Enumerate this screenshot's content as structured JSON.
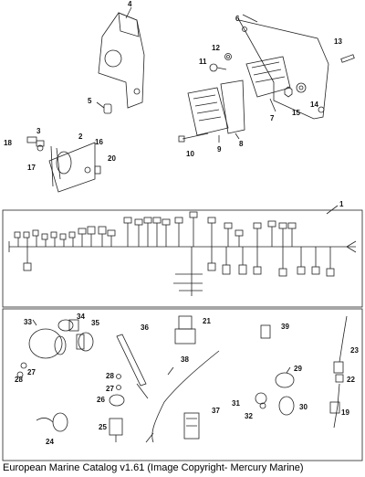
{
  "caption": "European Marine Catalog v1.61 (Image Copyright- Mercury Marine)",
  "callouts": {
    "c1": "1",
    "c2": "2",
    "c3": "3",
    "c4": "4",
    "c5": "5",
    "c6": "6",
    "c7": "7",
    "c8": "8",
    "c9": "9",
    "c10": "10",
    "c11": "11",
    "c12": "12",
    "c13": "13",
    "c14": "14",
    "c15": "15",
    "c16": "16",
    "c17": "17",
    "c18": "18",
    "c19": "19",
    "c20": "20",
    "c21": "21",
    "c22": "22",
    "c23": "23",
    "c24": "24",
    "c25": "25",
    "c26": "26",
    "c27a": "27",
    "c27b": "27",
    "c28a": "28",
    "c28b": "28",
    "c29": "29",
    "c30": "30",
    "c31": "31",
    "c32": "32",
    "c33": "33",
    "c34": "34",
    "c35": "35",
    "c36": "36",
    "c37": "37",
    "c38": "38",
    "c39": "39"
  }
}
